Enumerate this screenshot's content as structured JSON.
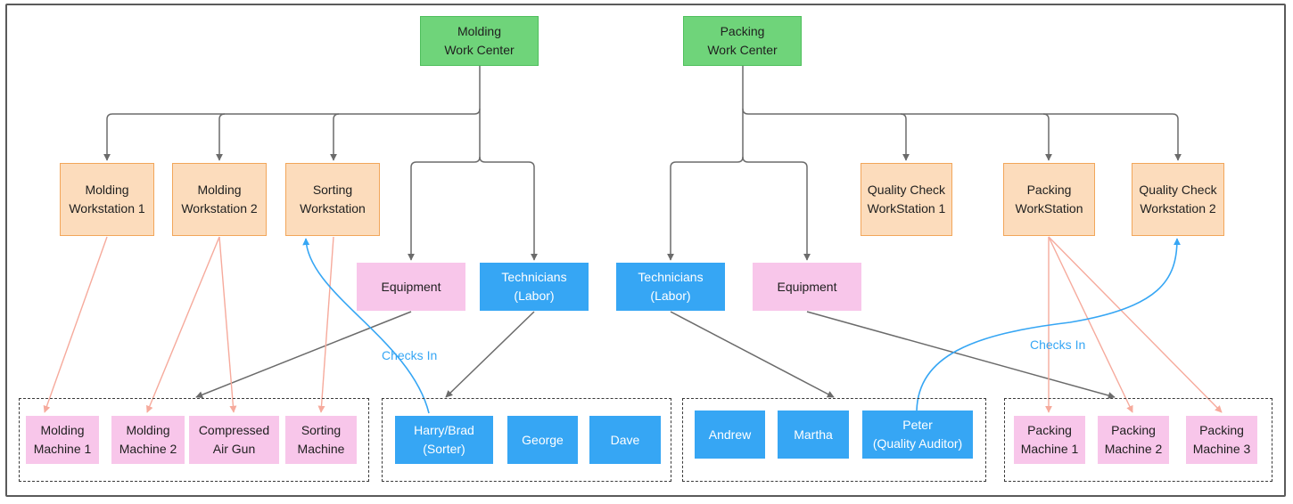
{
  "diagram": {
    "nodes": {
      "molding_wc": "Molding\nWork Center",
      "packing_wc": "Packing\nWork Center",
      "molding_ws1": "Molding\nWorkstation 1",
      "molding_ws2": "Molding\nWorkstation 2",
      "sorting_ws": "Sorting\nWorkstation",
      "equipment_left": "Equipment",
      "technicians_left": "Technicians\n(Labor)",
      "technicians_right": "Technicians\n(Labor)",
      "equipment_right": "Equipment",
      "qc_ws1": "Quality Check\nWorkStation 1",
      "packing_ws": "Packing\nWorkStation",
      "qc_ws2": "Quality Check\nWorkstation 2",
      "molding_m1": "Molding\nMachine 1",
      "molding_m2": "Molding\nMachine 2",
      "air_gun": "Compressed\nAir Gun",
      "sorting_m": "Sorting\nMachine",
      "harry_brad": "Harry/Brad\n(Sorter)",
      "george": "George",
      "dave": "Dave",
      "andrew": "Andrew",
      "martha": "Martha",
      "peter": "Peter\n(Quality Auditor)",
      "packing_m1": "Packing\nMachine 1",
      "packing_m2": "Packing\nMachine 2",
      "packing_m3": "Packing\nMachine 3"
    },
    "edge_labels": {
      "checks_in_left": "Checks In",
      "checks_in_right": "Checks In"
    },
    "colors": {
      "work_center": "#6fd47a",
      "workstation": "#fcdcbc",
      "workstation_border": "#f2a65a",
      "resource_pink": "#f8c6ea",
      "resource_blue": "#36a6f4",
      "connector_gray": "#6b6b6b",
      "connector_salmon": "#f6aa9c",
      "checks_in": "#36a6f4"
    }
  }
}
